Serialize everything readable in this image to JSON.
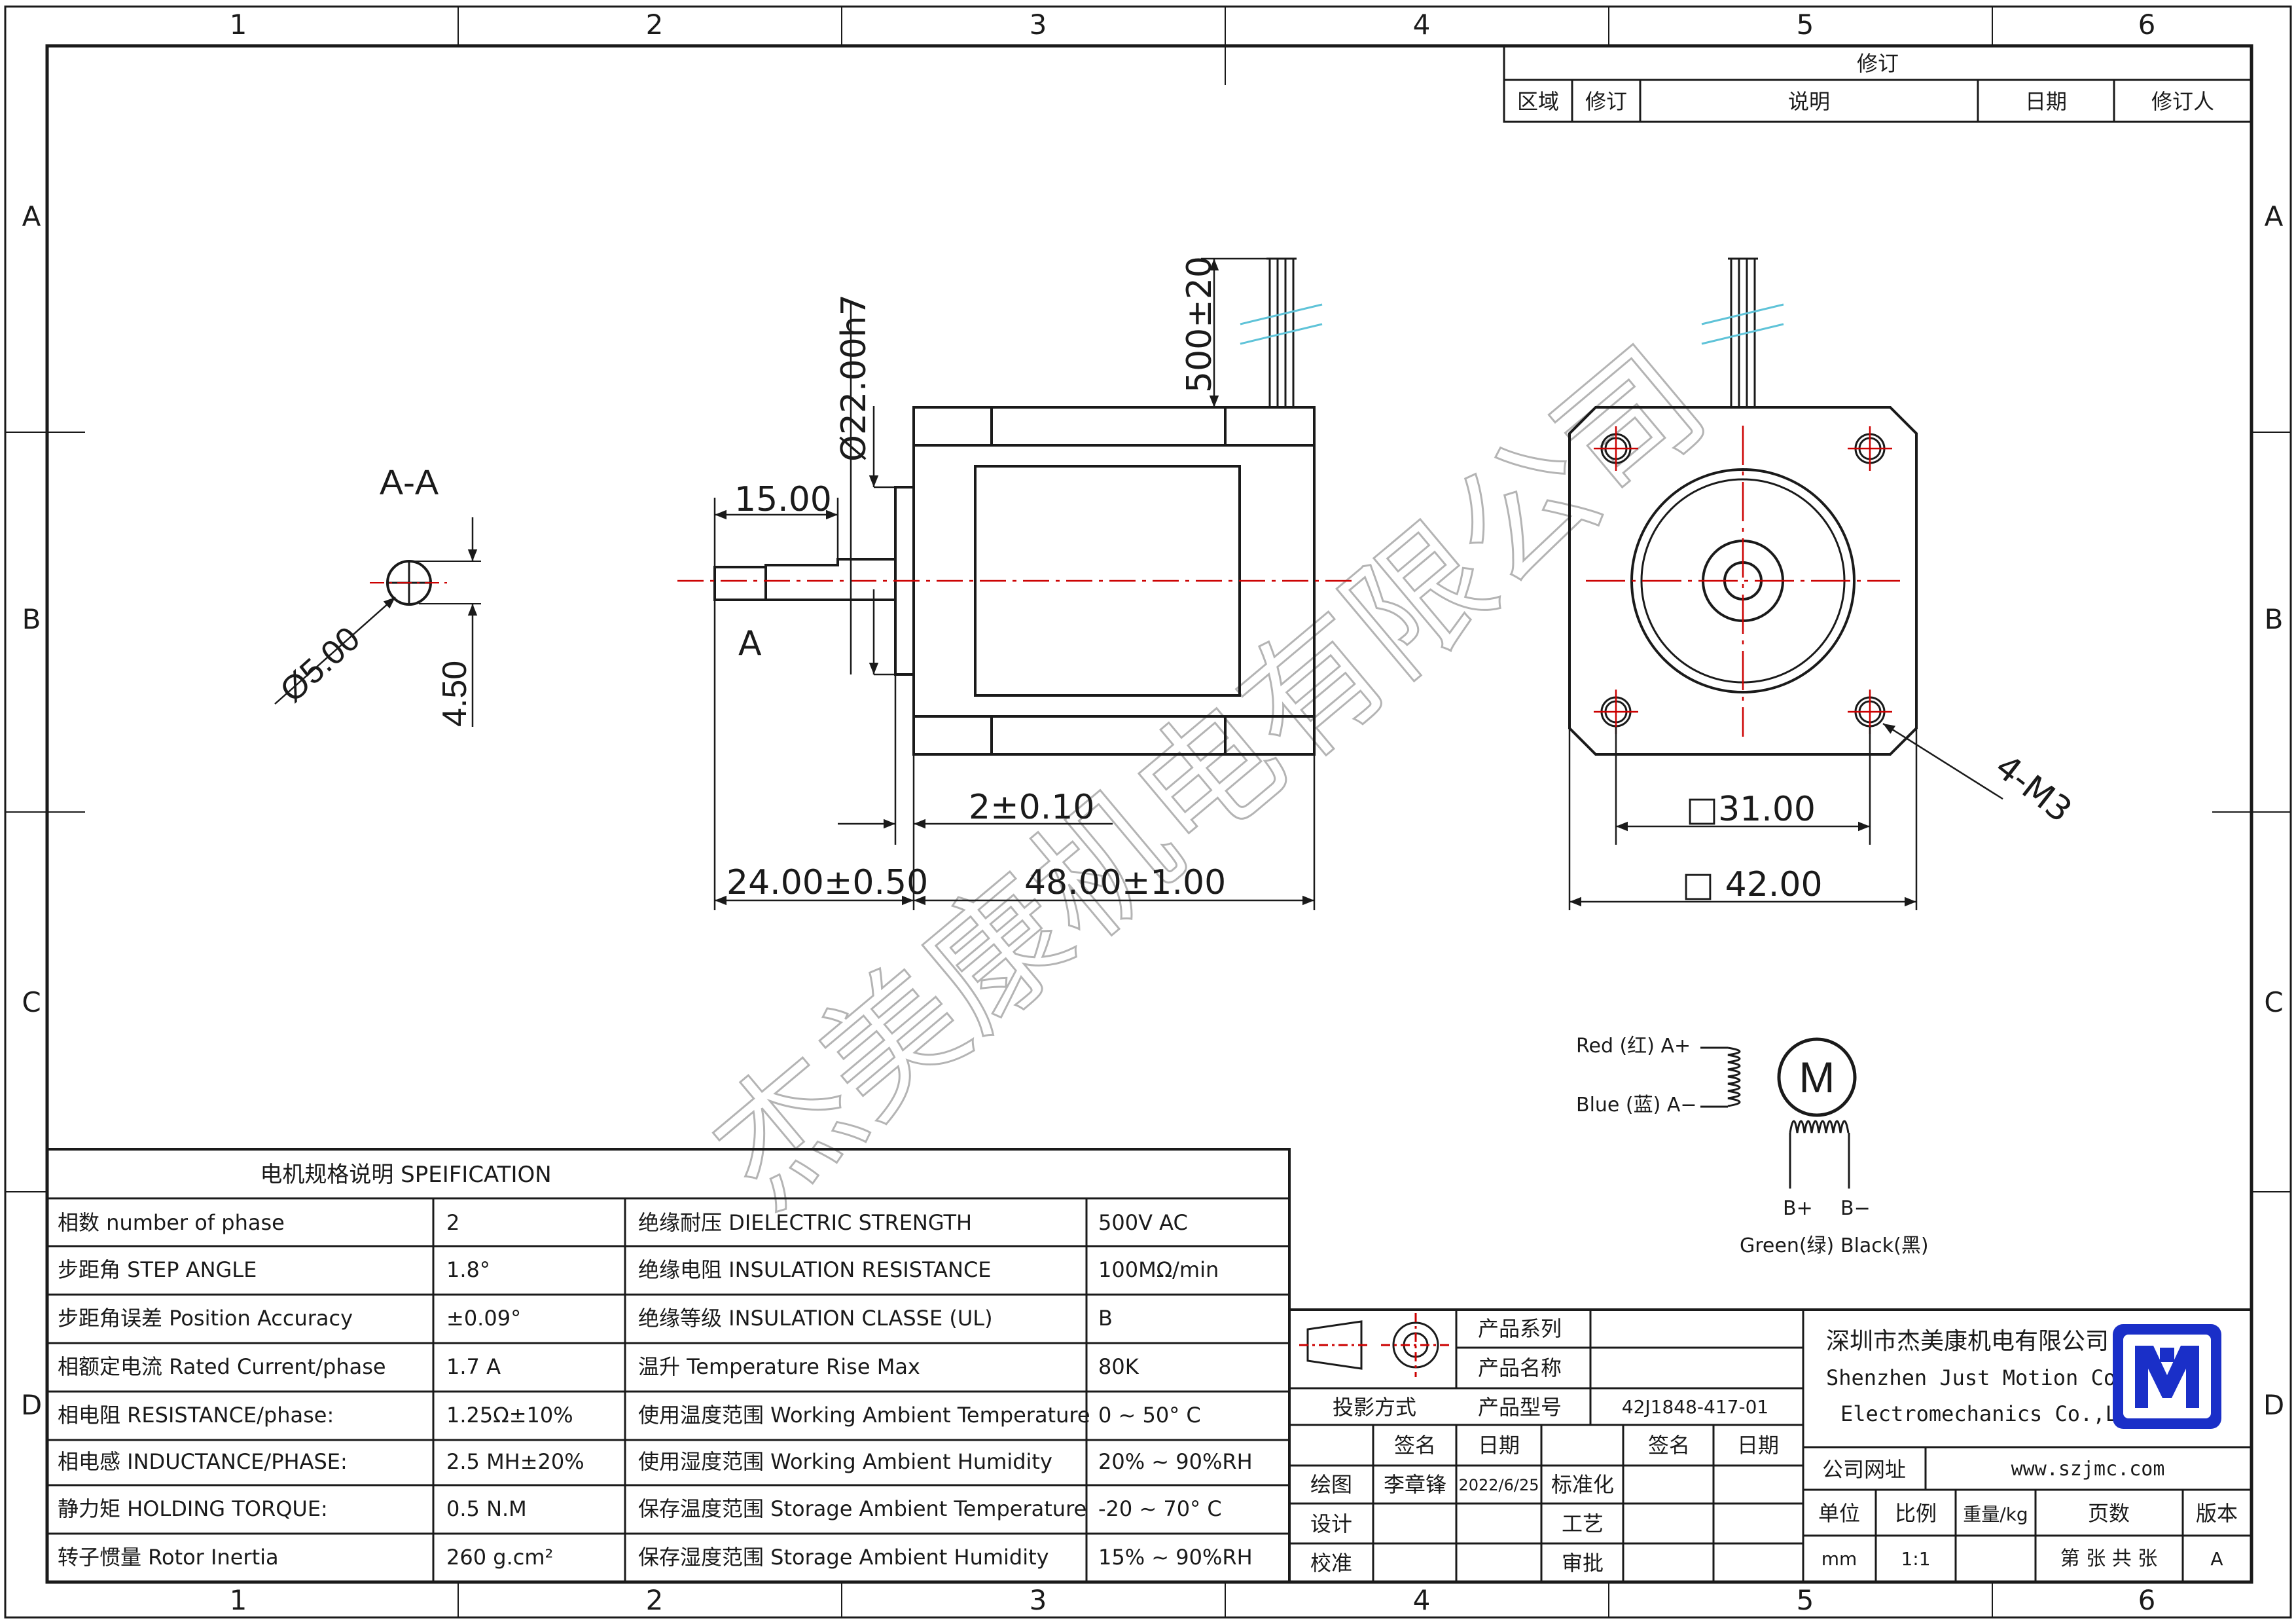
{
  "border": {
    "columns": [
      "1",
      "2",
      "3",
      "4",
      "5",
      "6"
    ],
    "rows": [
      "A",
      "B",
      "C",
      "D"
    ]
  },
  "revision": {
    "title": "修订",
    "cols": [
      "区域",
      "修订",
      "说明",
      "日期",
      "修订人"
    ]
  },
  "section": {
    "title": "A-A",
    "dia": "Ø5.00",
    "flat": "4.50",
    "cut": "A"
  },
  "side": {
    "shaft_dia": "Ø22.00h7",
    "shaft_len": "15.00",
    "lead": "500±20",
    "boss": "2±0.10",
    "shaft_total": "24.00±0.50",
    "body_len": "48.00±1.00"
  },
  "front": {
    "bolt": "□31.00",
    "size": "□ 42.00",
    "holes": "4-M3"
  },
  "watermark": "杰美康机电有限公司",
  "wiring": {
    "red": "Red (红)  A+",
    "blue": "Blue (蓝)  A−",
    "motor": "M",
    "bplus": "B+",
    "bminus": "B−",
    "green": "Green(绿)",
    "black": "Black(黑)"
  },
  "spec": {
    "title": "电机规格说明 SPEIFICATION",
    "rows": [
      [
        "相数 number of phase",
        "2",
        "绝缘耐压 DIELECTRIC STRENGTH",
        "500V AC"
      ],
      [
        "步距角 STEP ANGLE",
        "1.8°",
        "绝缘电阻 INSULATION RESISTANCE",
        "100MΩ/min"
      ],
      [
        "步距角误差 Position Accuracy",
        "±0.09°",
        "绝缘等级 INSULATION CLASSE (UL)",
        "B"
      ],
      [
        "相额定电流 Rated Current/phase",
        "1.7 A",
        "温升 Temperature Rise Max",
        "80K"
      ],
      [
        "相电阻 RESISTANCE/phase:",
        "1.25Ω±10%",
        "使用温度范围 Working Ambient Temperature",
        "0 ~ 50° C"
      ],
      [
        "相电感 INDUCTANCE/PHASE:",
        "2.5 MH±20%",
        "使用湿度范围 Working Ambient Humidity",
        "20% ~ 90%RH"
      ],
      [
        "静力矩 HOLDING TORQUE:",
        "0.5 N.M",
        "保存温度范围 Storage Ambient Temperature",
        "-20 ~ 70° C"
      ],
      [
        "转子惯量 Rotor Inertia",
        "260 g.cm²",
        "保存湿度范围 Storage Ambient Humidity",
        "15% ~ 90%RH"
      ]
    ]
  },
  "titleblock": {
    "product_series": "产品系列",
    "product_name": "产品名称",
    "projection": "投影方式",
    "product_model": "产品型号",
    "model_value": "42J1848-417-01",
    "sign": "签名",
    "date": "日期",
    "drawn": "绘图",
    "drawer": "李章锋",
    "drawn_date": "2022/6/25",
    "standard": "标准化",
    "design": "设计",
    "process": "工艺",
    "check": "校准",
    "approve": "审批",
    "company_cn": "深圳市杰美康机电有限公司",
    "company_en1": "Shenzhen Just Motion Control",
    "company_en2": "Electromechanics Co.,LTD",
    "website_label": "公司网址",
    "website": "www.szjmc.com",
    "unit": "单位",
    "scale": "比例",
    "weight": "重量/kg",
    "pages": "页数",
    "version": "版本",
    "unit_value": "mm",
    "scale_value": "1:1",
    "pages_value": "第 张 共 张",
    "version_value": "A"
  },
  "colors": {
    "line": "#1a1a1a",
    "center": "#cc0000",
    "wire": "#5fc3d8",
    "logo": "#1a2fc8",
    "watermark": "#b4b4b4"
  }
}
